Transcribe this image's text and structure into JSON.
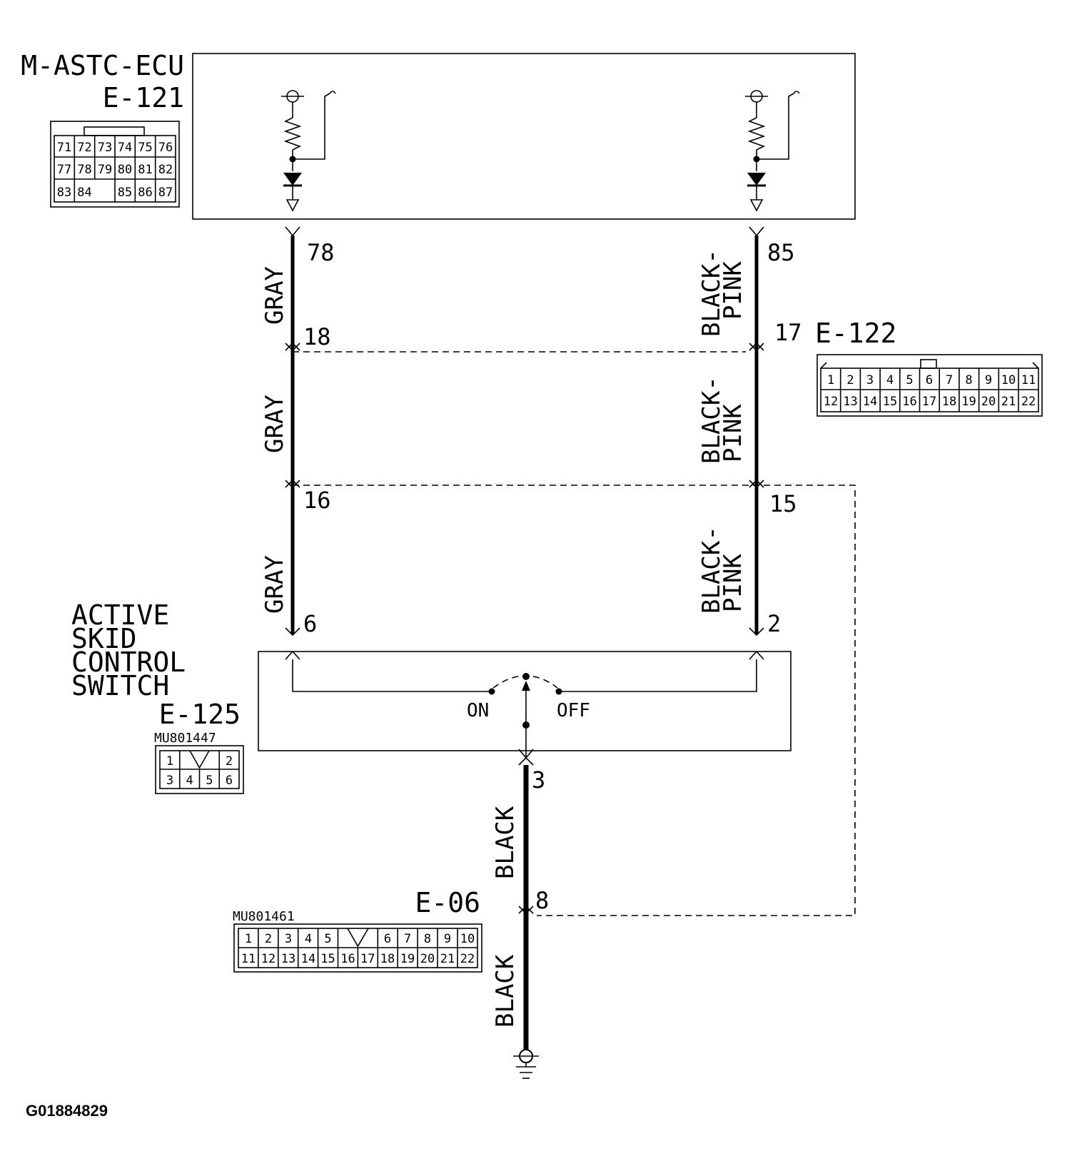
{
  "ecu": {
    "name": "M-ASTC-ECU",
    "connector": "E-121",
    "pins_row1": [
      "71",
      "72",
      "73",
      "74",
      "75",
      "76"
    ],
    "pins_row2": [
      "77",
      "78",
      "79",
      "80",
      "81",
      "82"
    ],
    "pins_row3": [
      "83",
      "84",
      "",
      "85",
      "86",
      "87"
    ]
  },
  "e122": {
    "connector": "E-122",
    "pins_row1": [
      "1",
      "2",
      "3",
      "4",
      "5",
      "6",
      "7",
      "8",
      "9",
      "10",
      "11"
    ],
    "pins_row2": [
      "12",
      "13",
      "14",
      "15",
      "16",
      "17",
      "18",
      "19",
      "20",
      "21",
      "22"
    ]
  },
  "switch": {
    "name_line1": "ACTIVE",
    "name_line2": "SKID",
    "name_line3": "CONTROL",
    "name_line4": "SWITCH",
    "connector": "E-125",
    "part_number": "MU801447",
    "pins_row1": [
      "1",
      "",
      "2"
    ],
    "pins_row2": [
      "3",
      "4",
      "5",
      "6"
    ],
    "on_label": "ON",
    "off_label": "OFF"
  },
  "e06": {
    "connector": "E-06",
    "part_number": "MU801461",
    "pins_row1": [
      "1",
      "2",
      "3",
      "4",
      "5",
      "",
      "6",
      "7",
      "8",
      "9",
      "10"
    ],
    "pins_row2": [
      "11",
      "12",
      "13",
      "14",
      "15",
      "16",
      "17",
      "18",
      "19",
      "20",
      "21",
      "22"
    ]
  },
  "wires": {
    "left_color": "GRAY",
    "right_color_line1": "BLACK-",
    "right_color_line2": "PINK",
    "ground_color": "BLACK"
  },
  "pins": {
    "ecu_left": "78",
    "ecu_right": "85",
    "e122_left": "18",
    "e122_right": "17",
    "mid_left": "16",
    "mid_right": "15",
    "sw_left": "6",
    "sw_right": "2",
    "sw_bottom": "3",
    "e06_pin": "8"
  },
  "figure_id": "G01884829"
}
